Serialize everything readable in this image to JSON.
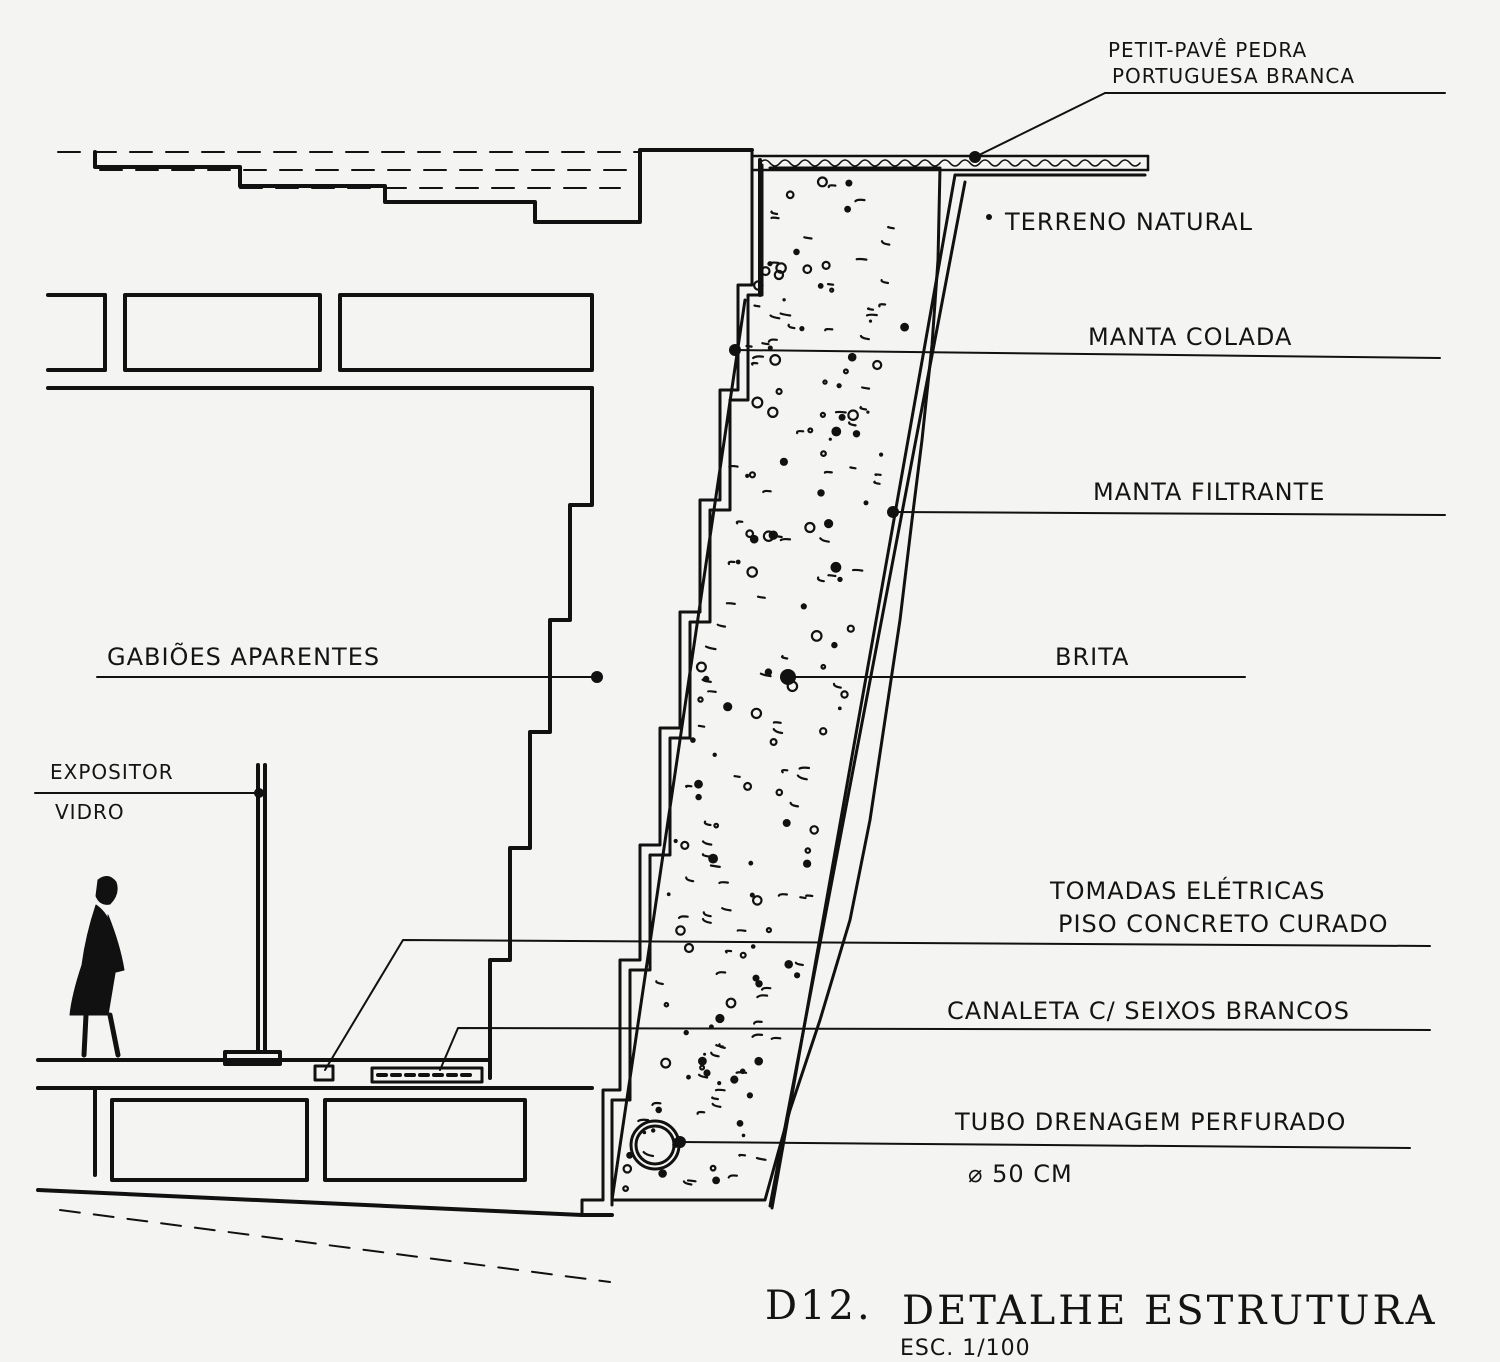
{
  "labels": {
    "petit_pave_line1": "PETIT-PAVÊ PEDRA",
    "petit_pave_line2": "PORTUGUESA BRANCA",
    "terreno_natural": "TERRENO NATURAL",
    "manta_colada": "MANTA COLADA",
    "manta_filtrante": "MANTA FILTRANTE",
    "brita": "BRITA",
    "gabioes_aparentes": "GABIÕES APARENTES",
    "expositor_line1": "EXPOSITOR",
    "expositor_line2": "VIDRO",
    "tomadas_eletricas": "TOMADAS ELÉTRICAS",
    "piso_concreto": "PISO CONCRETO CURADO",
    "canaleta": "CANALETA C/ SEIXOS BRANCOS",
    "tubo_drenagem": "TUBO DRENAGEM PERFURADO",
    "diametro": "⌀ 50 CM"
  },
  "title_block": {
    "code": "D12.",
    "title": "DETALHE ESTRUTURA",
    "scale": "ESC. 1/100"
  }
}
